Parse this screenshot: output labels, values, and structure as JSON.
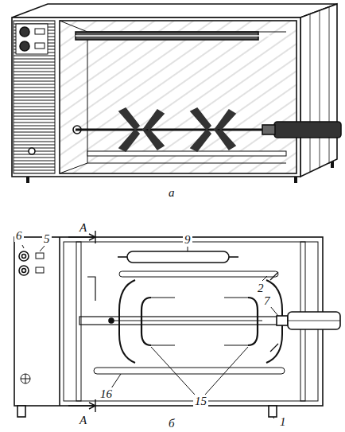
{
  "diagram": {
    "labels": [
      "а",
      "A",
      "9",
      "6",
      "5",
      "2",
      "7",
      "16",
      "15",
      "1",
      "A",
      "б"
    ]
  }
}
